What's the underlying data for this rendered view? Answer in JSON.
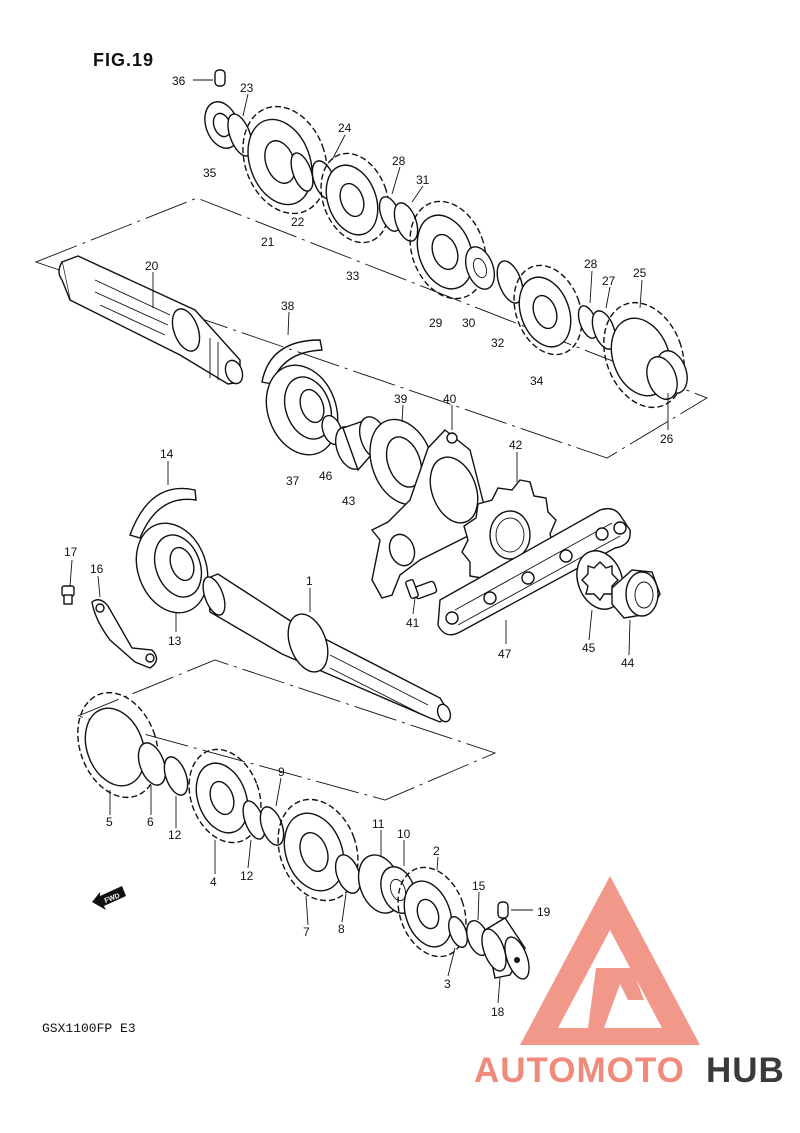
{
  "figure": {
    "title": "FIG.19"
  },
  "model": {
    "code": "GSX1100FP  E3"
  },
  "fwd_marker": {
    "label": "FWD",
    "icon": "forward-arrow-icon"
  },
  "watermark": {
    "brand_part1": "AUTOMOTO",
    "brand_part2": "HUB",
    "color_primary": "#f08a7a",
    "color_secondary": "#3a3a3a",
    "icon": "triangle-logo-icon"
  },
  "callouts": {
    "p1": "1",
    "p2": "2",
    "p3": "3",
    "p4": "4",
    "p5": "5",
    "p6": "6",
    "p7": "7",
    "p8": "8",
    "p9": "9",
    "p10": "10",
    "p11": "11",
    "p12a": "12",
    "p12b": "12",
    "p13": "13",
    "p14": "14",
    "p15": "15",
    "p16": "16",
    "p17": "17",
    "p18": "18",
    "p19": "19",
    "p20": "20",
    "p21": "21",
    "p22": "22",
    "p23": "23",
    "p24": "24",
    "p25": "25",
    "p26": "26",
    "p27": "27",
    "p28a": "28",
    "p28b": "28",
    "p29": "29",
    "p30": "30",
    "p31": "31",
    "p32": "32",
    "p33": "33",
    "p34": "34",
    "p35": "35",
    "p36": "36",
    "p37": "37",
    "p38": "38",
    "p39": "39",
    "p40": "40",
    "p41": "41",
    "p42": "42",
    "p43": "43",
    "p44": "44",
    "p45": "45",
    "p46": "46",
    "p47": "47"
  }
}
